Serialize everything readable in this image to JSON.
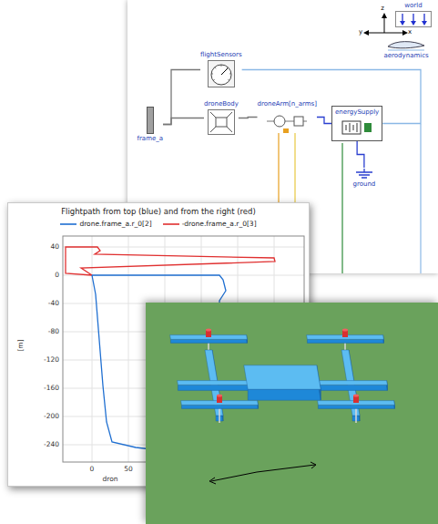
{
  "diagram": {
    "nodes": [
      {
        "text": [
          "world"
        ]
      },
      {
        "text": [
          "aerodynamics"
        ]
      },
      {
        "text": [
          "flightSensors"
        ]
      },
      {
        "text": [
          "droneBody"
        ]
      },
      {
        "text": [
          "frame_a"
        ]
      },
      {
        "text": [
          "droneArm[n_arms]"
        ]
      },
      {
        "text": [
          "energySupply"
        ]
      },
      {
        "text": [
          "ground"
        ]
      }
    ],
    "edges": [
      {
        "from": 4,
        "to": 2,
        "arrow": "none"
      },
      {
        "from": 4,
        "to": 3,
        "arrow": "none"
      },
      {
        "from": 3,
        "to": 5,
        "arrow": "none"
      },
      {
        "from": 5,
        "to": 6,
        "arrow": "none"
      },
      {
        "from": 2,
        "to": 6,
        "arrow": "none"
      },
      {
        "from": 6,
        "to": 7,
        "arrow": "none"
      }
    ],
    "labels": [
      "z",
      "y",
      "x",
      "Flightpath from top (blue) and from the right (red)",
      "40",
      "0",
      "-40",
      "-80",
      "-120",
      "-160",
      "-200",
      "-240",
      "[m]",
      "0",
      "50",
      "dron"
    ],
    "legend": [
      {
        "text": "drone.frame_a.r_0[2]"
      },
      {
        "text": "-drone.frame_a.r_0[3]"
      }
    ]
  }
}
